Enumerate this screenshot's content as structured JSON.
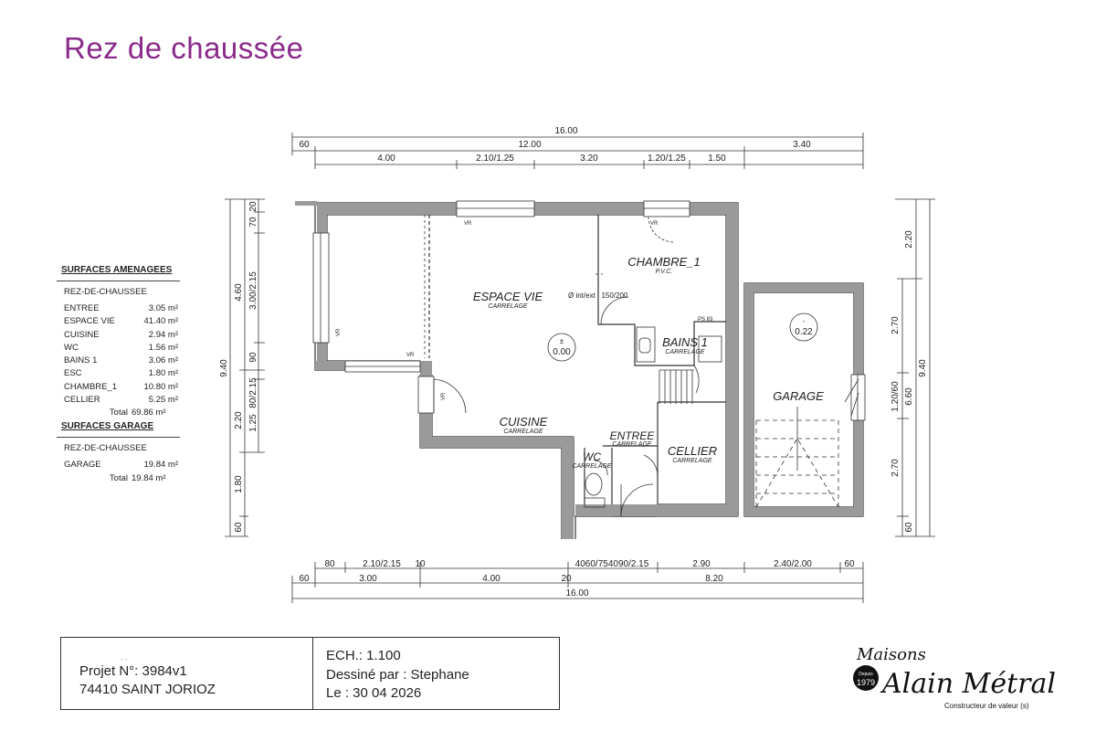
{
  "page": {
    "title": "Rez de chaussée"
  },
  "dimensions": {
    "top_total": "16.00",
    "top_row2": [
      "60",
      "12.00",
      "3.40"
    ],
    "top_row3": [
      "4.00",
      "2.10/1.25",
      "3.20",
      "1.20/1.25",
      "1.50"
    ],
    "bottom_row1": [
      "80",
      "2.10/2.15",
      "10",
      "4060/754090/2.15",
      "2.90",
      "2.40/2.00",
      "60"
    ],
    "bottom_row2": [
      "60",
      "3.00",
      "4.00",
      "20",
      "8.20"
    ],
    "bottom_total": "16.00",
    "left_total": "9.40",
    "left_row1": [
      "4.60",
      "2.20",
      "1.80",
      "60"
    ],
    "left_row2": [
      "20",
      "70",
      "3.00/2.15",
      "90",
      "80/2.15",
      "1.25"
    ],
    "right_total": "9.40",
    "right_row1": [
      "2.20",
      "2.70",
      "1.20/60",
      "2.70",
      "60"
    ],
    "right_row2": [
      "6.60"
    ]
  },
  "rooms": {
    "espace_vie": {
      "name": "ESPACE VIE",
      "finish": "CARRELAGE"
    },
    "chambre_1": {
      "name": "CHAMBRE_1",
      "finish": "P.V.C."
    },
    "bains_1": {
      "name": "BAINS 1",
      "finish": "CARRELAGE"
    },
    "cuisine": {
      "name": "CUISINE",
      "finish": "CARRELAGE"
    },
    "entree": {
      "name": "ENTREE",
      "finish": "CARRELAGE"
    },
    "wc": {
      "name": "WC",
      "finish": "CARRELAGE"
    },
    "cellier": {
      "name": "CELLIER",
      "finish": "CARRELAGE"
    },
    "garage": {
      "name": "GARAGE"
    }
  },
  "plan_labels": {
    "level_main_sign": "±",
    "level_main": "0.00",
    "level_garage_sign": "-",
    "level_garage": "0.22",
    "vent_note": "Ø int/ext : 150/200",
    "vr": "VR",
    "ps": "PS 83"
  },
  "surfaces": {
    "amenagees_title": "SURFACES AMENAGEES",
    "amenagees_level": "REZ-DE-CHAUSSEE",
    "amenagees_rows": [
      {
        "name": "ENTREE",
        "area": "3.05 m²"
      },
      {
        "name": "ESPACE VIE",
        "area": "41.40 m²"
      },
      {
        "name": "CUISINE",
        "area": "2.94 m²"
      },
      {
        "name": "WC",
        "area": "1.56 m²"
      },
      {
        "name": "BAINS 1",
        "area": "3.06 m²"
      },
      {
        "name": "ESC",
        "area": "1.80 m²"
      },
      {
        "name": "CHAMBRE_1",
        "area": "10.80 m²"
      },
      {
        "name": "CELLIER",
        "area": "5.25 m²"
      }
    ],
    "amenagees_total_label": "Total",
    "amenagees_total": "69.86 m²",
    "garage_title": "SURFACES GARAGE",
    "garage_level": "REZ-DE-CHAUSSEE",
    "garage_rows": [
      {
        "name": "GARAGE",
        "area": "19.84 m²"
      }
    ],
    "garage_total_label": "Total",
    "garage_total": "19.84 m²"
  },
  "cartouche": {
    "projet": "Projet N°: 3984v1",
    "lieu": "74410 SAINT JORIOZ",
    "echelle": "ECH.: 1.100",
    "dessine": "Dessiné par : Stephane",
    "date": "Le : 30 04 2026",
    "dots": ". ."
  },
  "logo": {
    "line1": "Maisons",
    "line2": "Alain Métral",
    "since": "Depuis",
    "year": "1979",
    "tagline": "Constructeur de valeur (s)"
  }
}
